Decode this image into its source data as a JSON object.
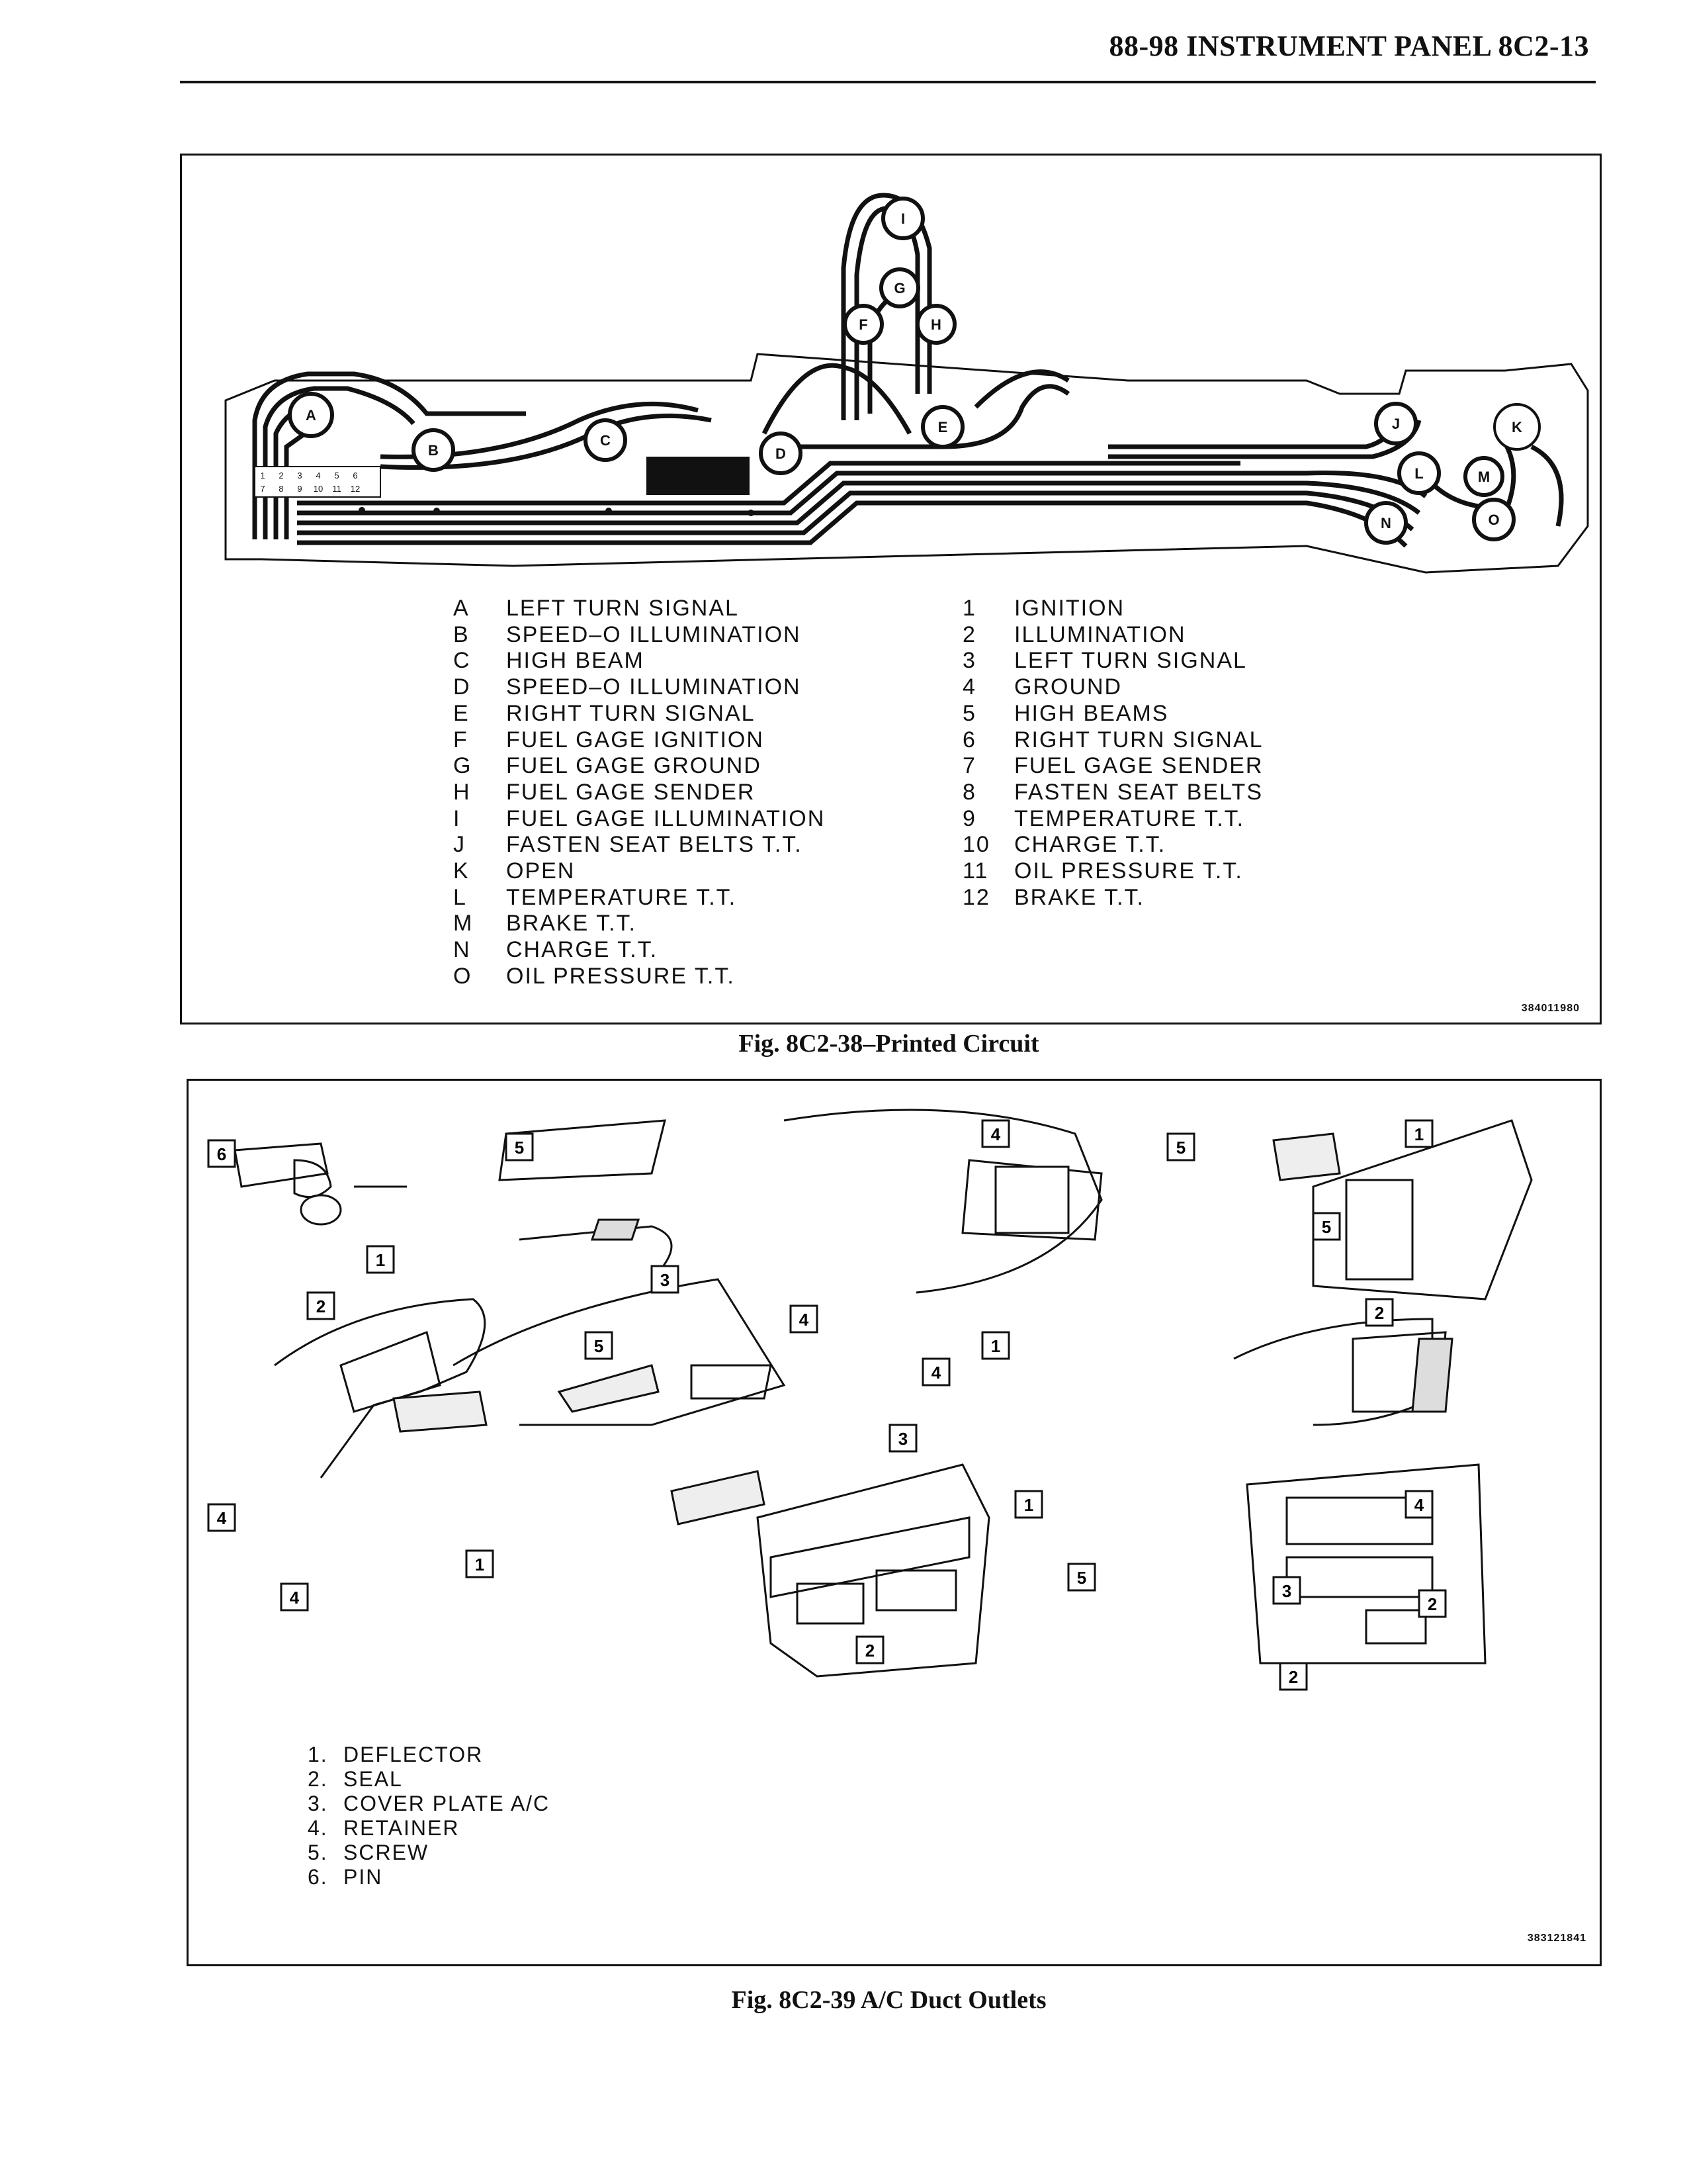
{
  "header": {
    "title": "88-98 INSTRUMENT PANEL  8C2-13"
  },
  "figure1": {
    "caption": "Fig. 8C2-38–Printed Circuit",
    "code": "384011980",
    "bulb_letters": [
      "A",
      "B",
      "C",
      "D",
      "E",
      "F",
      "G",
      "H",
      "I",
      "J",
      "K",
      "L",
      "M",
      "N",
      "O"
    ],
    "pin_numbers": [
      "1",
      "2",
      "3",
      "4",
      "5",
      "6",
      "7",
      "8",
      "9",
      "10",
      "11",
      "12"
    ],
    "legend_letters": [
      {
        "key": "A",
        "text": "LEFT TURN SIGNAL"
      },
      {
        "key": "B",
        "text": "SPEED–O ILLUMINATION"
      },
      {
        "key": "C",
        "text": "HIGH BEAM"
      },
      {
        "key": "D",
        "text": "SPEED–O ILLUMINATION"
      },
      {
        "key": "E",
        "text": "RIGHT TURN SIGNAL"
      },
      {
        "key": "F",
        "text": "FUEL GAGE IGNITION"
      },
      {
        "key": "G",
        "text": "FUEL GAGE GROUND"
      },
      {
        "key": "H",
        "text": "FUEL GAGE SENDER"
      },
      {
        "key": "I",
        "text": "FUEL GAGE ILLUMINATION"
      },
      {
        "key": "J",
        "text": "FASTEN SEAT BELTS T.T."
      },
      {
        "key": "K",
        "text": "OPEN"
      },
      {
        "key": "L",
        "text": "TEMPERATURE T.T."
      },
      {
        "key": "M",
        "text": "BRAKE T.T."
      },
      {
        "key": "N",
        "text": "CHARGE T.T."
      },
      {
        "key": "O",
        "text": "OIL PRESSURE T.T."
      }
    ],
    "legend_numbers": [
      {
        "key": "1",
        "text": "IGNITION"
      },
      {
        "key": "2",
        "text": "ILLUMINATION"
      },
      {
        "key": "3",
        "text": "LEFT TURN SIGNAL"
      },
      {
        "key": "4",
        "text": "GROUND"
      },
      {
        "key": "5",
        "text": "HIGH BEAMS"
      },
      {
        "key": "6",
        "text": "RIGHT TURN SIGNAL"
      },
      {
        "key": "7",
        "text": "FUEL GAGE SENDER"
      },
      {
        "key": "8",
        "text": "FASTEN SEAT BELTS"
      },
      {
        "key": "9",
        "text": "TEMPERATURE T.T."
      },
      {
        "key": "10",
        "text": "CHARGE T.T."
      },
      {
        "key": "11",
        "text": "OIL PRESSURE T.T."
      },
      {
        "key": "12",
        "text": "BRAKE T.T."
      }
    ]
  },
  "figure2": {
    "caption": "Fig. 8C2-39 A/C Duct Outlets",
    "code": "383121841",
    "callouts": [
      "6",
      "1",
      "2",
      "5",
      "3",
      "4",
      "5",
      "1",
      "5",
      "1",
      "2",
      "4",
      "5",
      "4",
      "3",
      "1",
      "4",
      "5",
      "3",
      "2",
      "4",
      "1",
      "4",
      "2",
      "2"
    ],
    "parts": [
      {
        "n": "1.",
        "text": "DEFLECTOR"
      },
      {
        "n": "2.",
        "text": "SEAL"
      },
      {
        "n": "3.",
        "text": "COVER PLATE A/C"
      },
      {
        "n": "4.",
        "text": "RETAINER"
      },
      {
        "n": "5.",
        "text": "SCREW"
      },
      {
        "n": "6.",
        "text": "PIN"
      }
    ]
  }
}
